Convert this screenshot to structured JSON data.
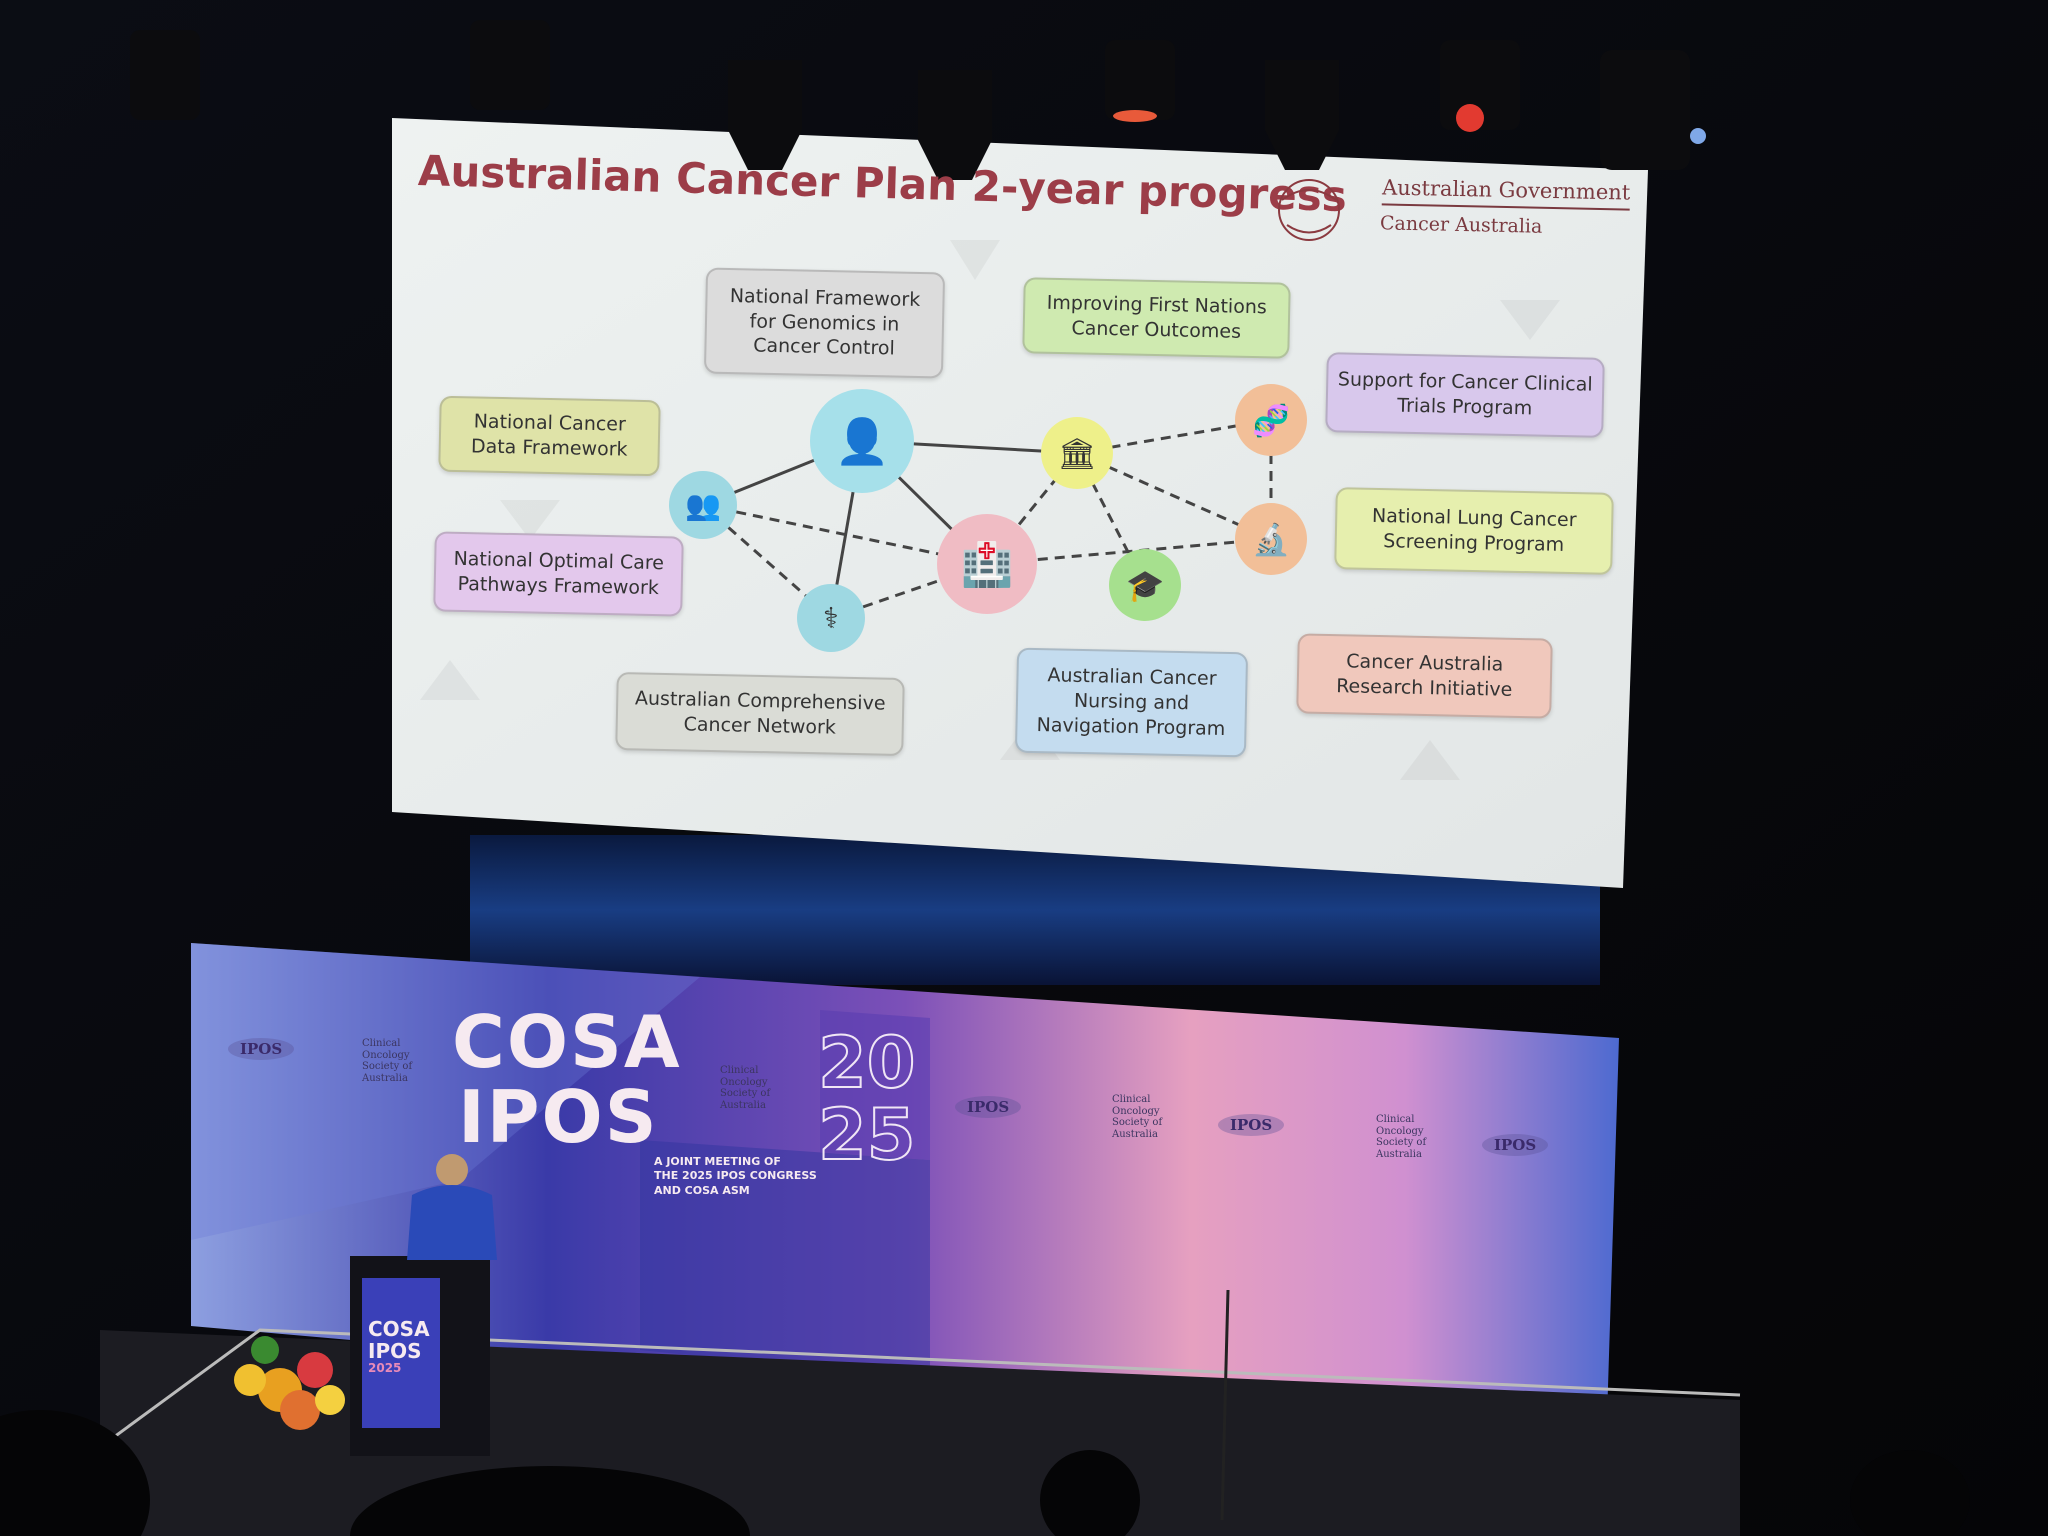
{
  "slide": {
    "title": "Australian Cancer Plan 2-year progress",
    "logo": {
      "line1": "Australian Government",
      "line2": "Cancer Australia"
    },
    "boxes": [
      {
        "label": "National Framework for Genomics in Cancer Control",
        "color": "#dcdcdc"
      },
      {
        "label": "Improving First Nations Cancer Outcomes",
        "color": "#cfeab0"
      },
      {
        "label": "Support for Cancer Clinical Trials Program",
        "color": "#d8c8ec"
      },
      {
        "label": "National Cancer Data Framework",
        "color": "#dfe3a8"
      },
      {
        "label": "National Lung Cancer Screening Program",
        "color": "#e6efae"
      },
      {
        "label": "National Optimal Care Pathways Framework",
        "color": "#e3c8ec"
      },
      {
        "label": "Cancer Australia Research Initiative",
        "color": "#f0c8bc"
      },
      {
        "label": "Australian Comprehensive Cancer Network",
        "color": "#dadcd6"
      },
      {
        "label": "Australian Cancer Nursing and Navigation Program",
        "color": "#c4dcef"
      }
    ],
    "icons": [
      {
        "name": "person-icon",
        "color": "#a6e0ea"
      },
      {
        "name": "people-group-icon",
        "color": "#9ed8e2"
      },
      {
        "name": "nurse-icon",
        "color": "#9ed8e2"
      },
      {
        "name": "hospital-icon",
        "color": "#f0bcc4"
      },
      {
        "name": "school-building-icon",
        "color": "#eef08a"
      },
      {
        "name": "graduation-cap-icon",
        "color": "#a6e08e"
      },
      {
        "name": "dna-icon",
        "color": "#f2bf98"
      },
      {
        "name": "scientist-icon",
        "color": "#f2bf98"
      }
    ]
  },
  "banner": {
    "cosa": "COSA",
    "ipos": "IPOS",
    "year_top": "20",
    "year_bottom": "25",
    "joint_line1": "A JOINT MEETING OF",
    "joint_line2": "THE 2025 IPOS CONGRESS",
    "joint_line3": "AND COSA ASM",
    "cosa_logo": "Clinical\nOncology\nSociety of\nAustralia",
    "ipos_logo": "IPOS"
  },
  "podium": {
    "line1": "COSA",
    "line2": "IPOS",
    "year": "2025"
  }
}
